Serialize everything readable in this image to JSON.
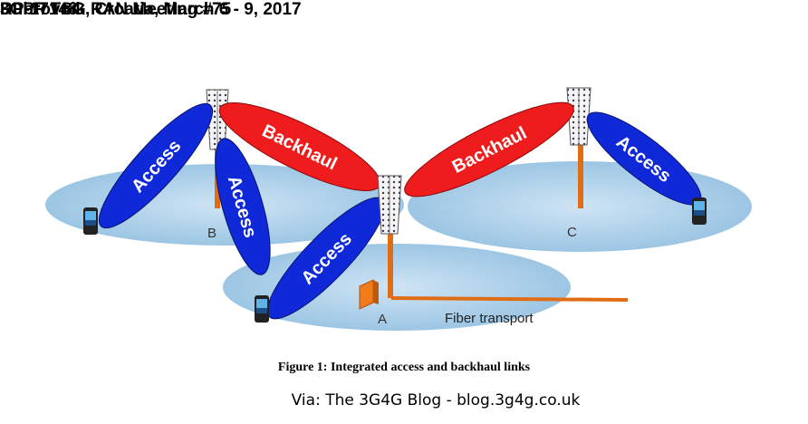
{
  "header": {
    "meeting": "3GPP TSG RAN Meeting #75",
    "location": "Dubrovnik, Croatia, March 6 - 9, 2017",
    "doc_number": "RP-17148"
  },
  "diagram": {
    "link_labels": {
      "access": "Access",
      "backhaul": "Backhaul"
    },
    "nodes": {
      "a": "A",
      "b": "B",
      "c": "C"
    },
    "fiber_label": "Fiber transport",
    "colors": {
      "access": "#1029d8",
      "backhaul": "#ee1c1c",
      "coverage": "#a9cfe8",
      "mast": "#e06d14"
    }
  },
  "caption": "Figure 1: Integrated access and backhaul links",
  "credit": "Via: The 3G4G Blog - blog.3g4g.co.uk"
}
